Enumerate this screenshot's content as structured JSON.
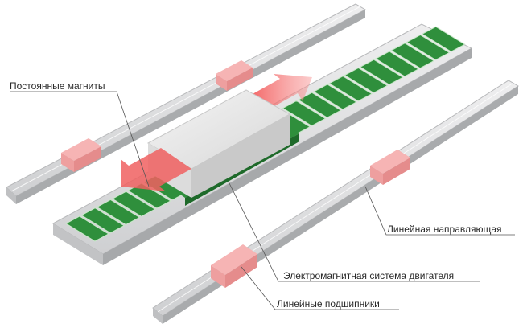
{
  "labels": {
    "permanent_magnets": "Постоянные магниты",
    "linear_guide": "Линейная направляющая",
    "motor_system": "Электромагнитная система двигателя",
    "linear_bearings": "Линейные подшипники"
  },
  "colors": {
    "rail": "#d9dadc",
    "rail_shadow": "#a9abad",
    "magnet_green": "#2f8f3c",
    "magnet_edge": "#c9e7c9",
    "carriage": "#f2a0a0",
    "arrow": "#f06060",
    "motor_body": "#e6e6e6",
    "leader_line": "#555555"
  },
  "magnet_count": 24
}
